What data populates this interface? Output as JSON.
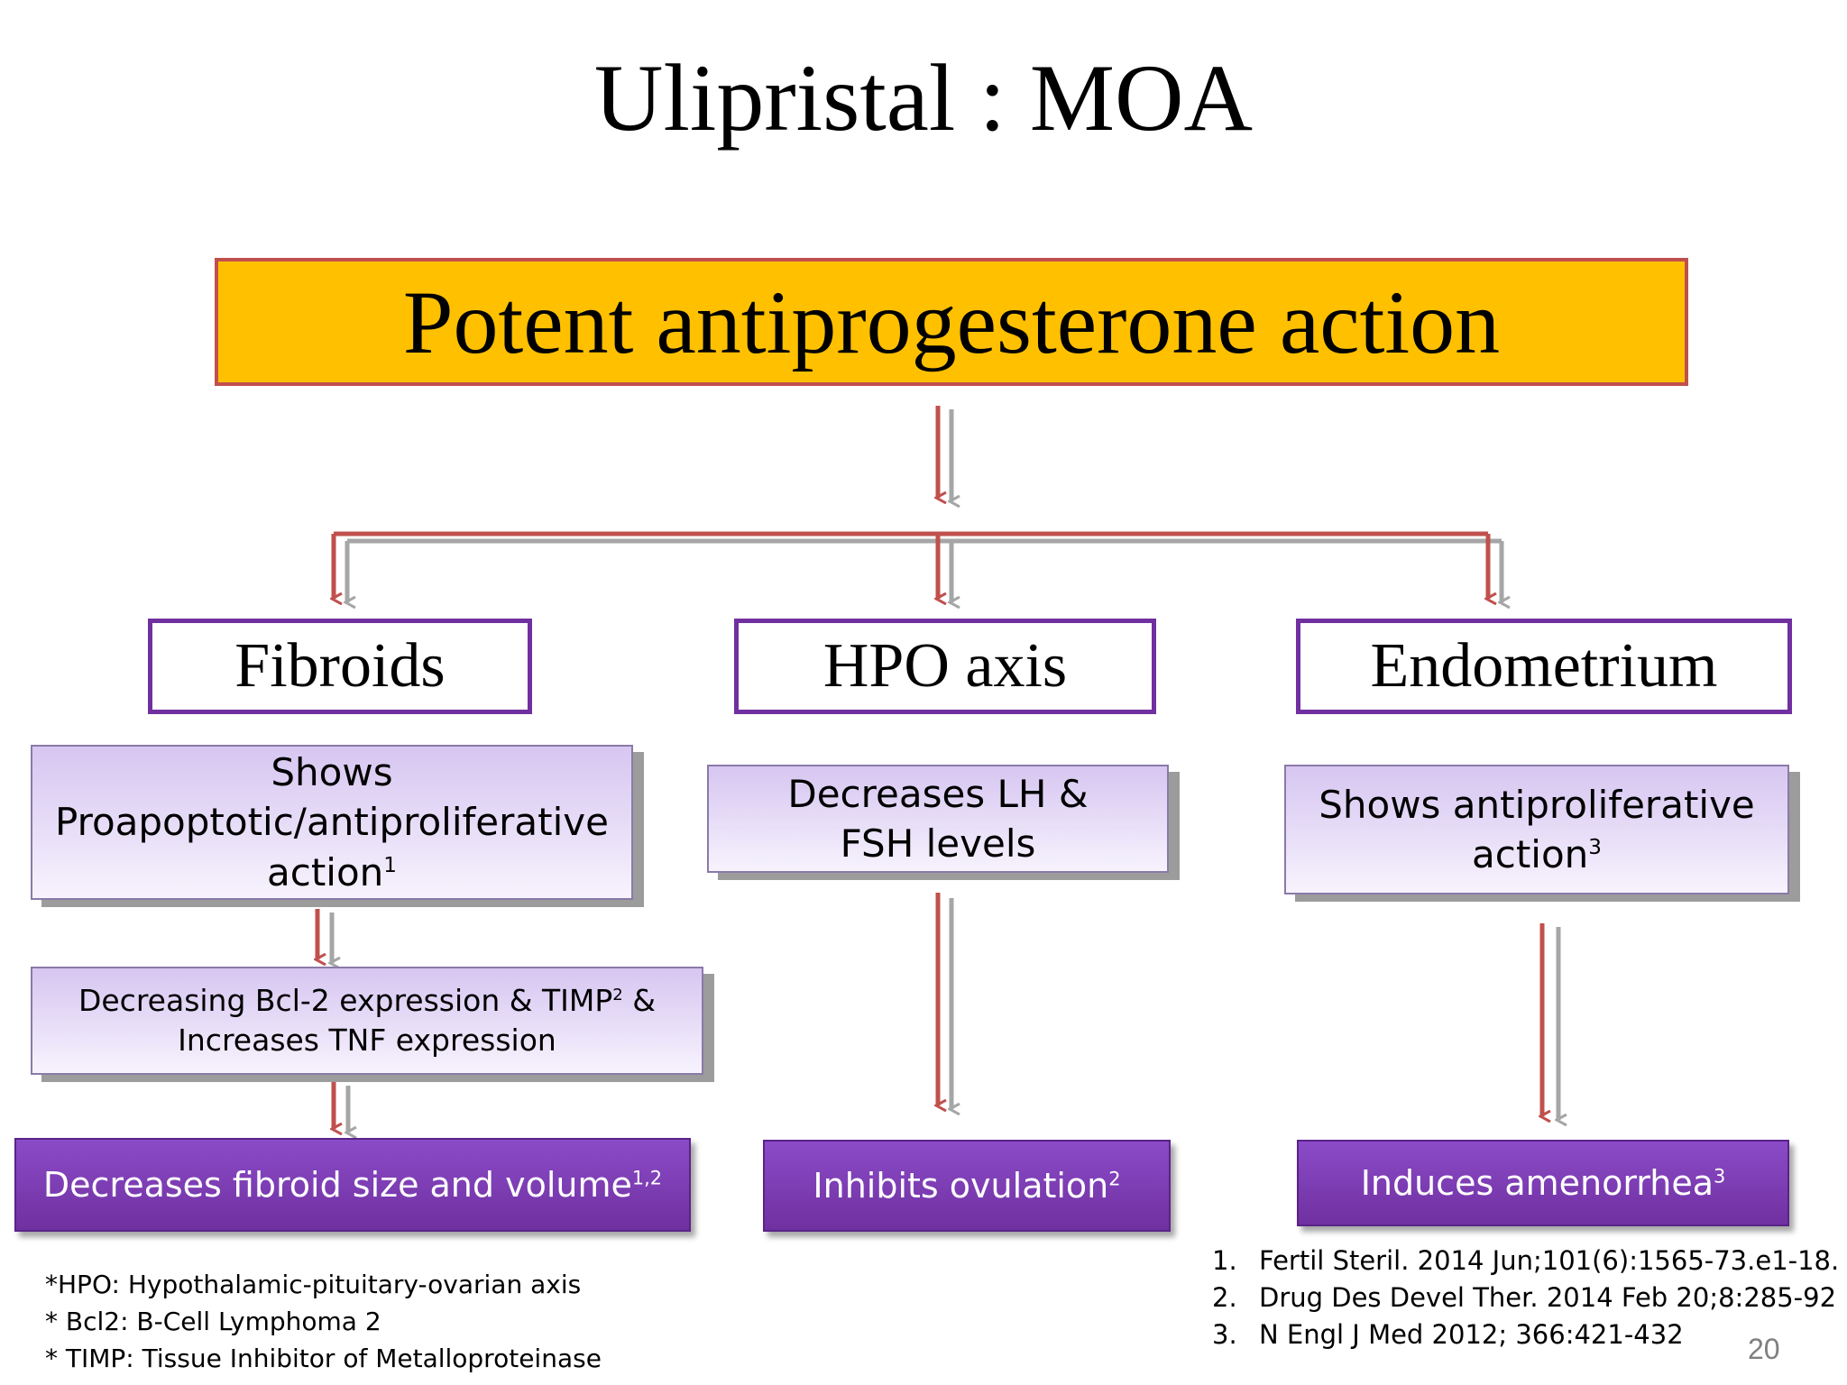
{
  "slide": {
    "title": "Ulipristal : MOA",
    "page_number": "20"
  },
  "top_box": {
    "label": "Potent antiprogesterone action"
  },
  "columns": [
    {
      "category": "Fibroids",
      "step1": {
        "text": "Shows Proapoptotic/antiproliferative action",
        "sup": "1"
      },
      "step2": {
        "line1": "Decreasing Bcl-2 expression & TIMP",
        "line1_sup": "2",
        "line1_tail": " &",
        "line2": "Increases TNF expression"
      },
      "outcome": {
        "text": "Decreases fibroid size and volume",
        "sup": "1,2"
      }
    },
    {
      "category": "HPO axis",
      "step1": {
        "text": "Decreases LH & FSH levels",
        "sup": ""
      },
      "outcome": {
        "text": "Inhibits ovulation",
        "sup": "2"
      }
    },
    {
      "category": "Endometrium",
      "step1": {
        "text": "Shows antiproliferative action",
        "sup": "3"
      },
      "outcome": {
        "text": "Induces amenorrhea",
        "sup": "3"
      }
    }
  ],
  "footnotes": [
    "*HPO: Hypothalamic-pituitary-ovarian axis",
    "* Bcl2: B-Cell Lymphoma 2",
    "* TIMP: Tissue Inhibitor of Metalloproteinase"
  ],
  "references": [
    {
      "num": "1.",
      "text": "Fertil Steril. 2014 Jun;101(6):1565-73.e1-18."
    },
    {
      "num": "2.",
      "text": "Drug Des Devel Ther. 2014 Feb 20;8:285-92"
    },
    {
      "num": "3.",
      "text": "N Engl J Med 2012; 366:421-432"
    }
  ],
  "colors": {
    "top_box_fill": "#ffc000",
    "top_box_border": "#c0504d",
    "category_border": "#7030a0",
    "outcome_fill": "#7030a0",
    "arrow_red": "#c0504d",
    "arrow_gray": "#a6a6a6"
  }
}
